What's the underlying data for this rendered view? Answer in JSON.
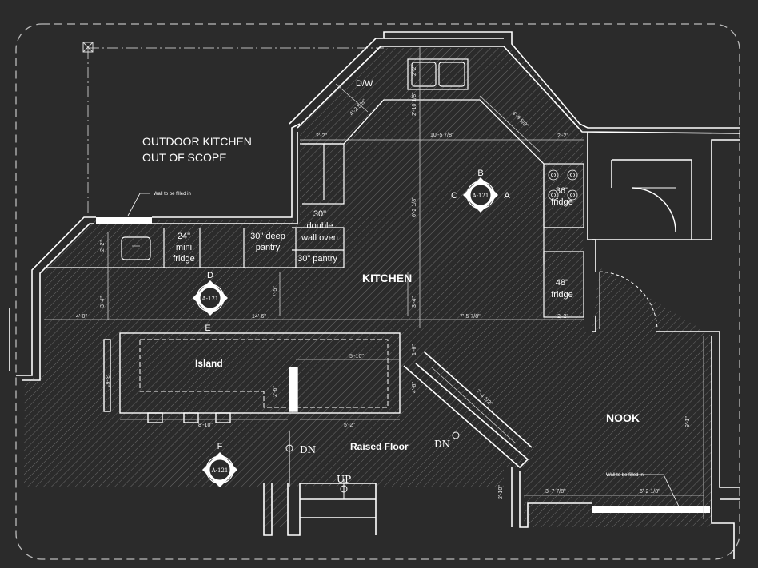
{
  "colors": {
    "background": "#2b2b2b",
    "lines": "#ffffff",
    "hatch": "#6b6b6b"
  },
  "labels": {
    "outdoor_line1": "OUTDOOR KITCHEN",
    "outdoor_line2": "OUT OF SCOPE",
    "kitchen": "KITCHEN",
    "nook": "NOOK",
    "island": "Island",
    "raised_floor": "Raised Floor",
    "dw": "D/W",
    "mini_fridge": [
      "24\"",
      "mini",
      "fridge"
    ],
    "deep_pantry": [
      "30\" deep",
      "pantry"
    ],
    "double_oven": [
      "30\"",
      "double",
      "wall oven"
    ],
    "pantry30": "30\" pantry",
    "fridge36": [
      "36\"",
      "fridge"
    ],
    "fridge48": [
      "48\"",
      "fridge"
    ],
    "note_wall_top": "Wall to be filled in",
    "note_wall_bottom": "Wall to be filled in",
    "dn1": "DN",
    "dn2": "DN",
    "up": "UP"
  },
  "markers": {
    "b": {
      "sheet": "A-121",
      "letters": [
        "B",
        "C",
        "A"
      ]
    },
    "d": {
      "sheet": "A-121",
      "letter": "D"
    },
    "f": {
      "sheet": "A-121",
      "letter": "F"
    },
    "e": "E"
  },
  "dimensions": [
    "2'-2\"",
    "2'-2\"",
    "10'-5 7/8\"",
    "2'-2\"",
    "4'-9 5/8\"",
    "4'-2 5/8\"",
    "2'-10 1/8\"",
    "6'-2 1/8\"",
    "2'-2\"",
    "3'-4\"",
    "2'-2\"",
    "4'-0\"",
    "14'-6\"",
    "7'-5 7/8\"",
    "7'-5\"",
    "3'-4\"",
    "3'-6\"",
    "5'-10\"",
    "1'-6\"",
    "2'-6\"",
    "4'-6\"",
    "8'-10\"",
    "5'-2\"",
    "7'-4 1/2\"",
    "9'-1\"",
    "3'-7 7/8\"",
    "6'-2 1/8\"",
    "2'-10\""
  ]
}
